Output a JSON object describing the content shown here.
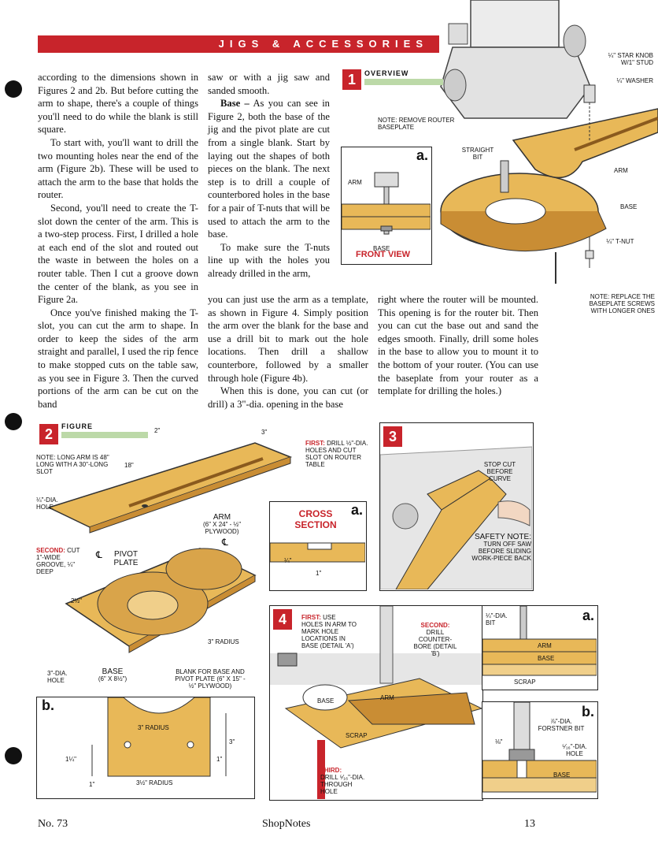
{
  "header": {
    "title": "JIGS & ACCESSORIES"
  },
  "columns": {
    "col1": [
      "according to the dimensions shown in Figures 2 and 2b. But before cutting the arm to shape, there's a couple of things you'll need to do while the blank is still square.",
      "To start with, you'll want to drill the two mounting holes near the end of the arm (Figure 2b). These will be used to attach the arm to the base that holds the router.",
      "Second, you'll need to create the T-slot down the center of the arm. This is a two-step process. First, I drilled a hole at each end of the slot and routed out the waste in between the holes on a router table. Then I cut a groove down the center of the blank, as you see in Figure 2a.",
      "Once you've finished making the T-slot, you can cut the arm to shape. In order to keep the sides of the arm straight and parallel, I used the rip fence to make stopped cuts on the table saw, as you see in Figure 3. Then the curved portions of the arm can be cut on the band"
    ],
    "col2_p1": "saw or with a jig saw and sanded smooth.",
    "col2_base_head": "Base –",
    "col2_base_text": " As you can see in Figure 2, both the base of the jig and the pivot plate are cut from a single blank. Start by laying out the shapes of both pieces on the blank. The next step is to drill a couple of counterbored holes in the base for a pair of T-nuts that will be used to attach the arm to the base.",
    "col2_p3": "To make sure the T-nuts line up with the holes you already drilled in the arm,",
    "wide_p3": "you can just use the arm as a template, as shown in Figure 4. Simply position the arm over the blank for the base and use a drill bit to mark out the hole locations. Then drill a shallow counterbore, followed by a smaller through hole (Figure 4b).",
    "wide_p4": "When this is done, you can cut (or drill) a 3\"-dia. opening in the base",
    "col3": "right where the router will be mounted. This opening is for the router bit. Then you can cut the base out and sand the edges smooth. Finally, drill some holes in the base to allow you to mount it to the bottom of your router. (You can use the baseplate from your router as a template for drilling the holes.)"
  },
  "fig1": {
    "num": "1",
    "title": "OVERVIEW",
    "note_head": "NOTE:",
    "note_text": "REMOVE ROUTER BASEPLATE",
    "straight_bit": "STRAIGHT BIT",
    "star_knob": "¼\" STAR KNOB w/1\" STUD",
    "washer": "¼\" WASHER",
    "arm": "ARM",
    "base": "BASE",
    "tnut": "¼\" T-NUT",
    "note2_head": "NOTE:",
    "note2_text": "REPLACE THE BASEPLATE SCREWS WITH LONGER ONES",
    "a_letter": "a.",
    "a_arm": "ARM",
    "a_base": "BASE",
    "a_front": "FRONT VIEW"
  },
  "fig2": {
    "num": "2",
    "title": "FIGURE",
    "dim_2": "2\"",
    "dim_3": "3\"",
    "dim_18": "18\"",
    "note_head": "NOTE:",
    "note_text": "LONG ARM IS 48\" LONG WITH A 30\"-LONG SLOT",
    "first_head": "FIRST:",
    "first_text": "DRILL ½\"-DIA. HOLES AND CUT SLOT ON ROUTER TABLE",
    "hole_14": "¼\"-DIA. HOLE",
    "arm": "ARM",
    "arm_dims": "(6\" x 24\" - ½\" PLYWOOD)",
    "cl1": "℄",
    "cl2": "℄",
    "second_head": "SECOND:",
    "second_text": "CUT 1\"-WIDE GROOVE, ¼\" DEEP",
    "pivot": "PIVOT PLATE",
    "dim_2half": "2½\"",
    "radius3": "3\" RADIUS",
    "hole_3": "3\"-DIA. HOLE",
    "base": "BASE",
    "base_dims": "(6\" x 8½\")",
    "blank": "BLANK FOR BASE AND PIVOT PLATE (6\" x 15\" - ½\" PLYWOOD)",
    "a_letter": "a.",
    "a_title": "CROSS SECTION",
    "a_14": "¼\"",
    "a_1": "1\"",
    "b_letter": "b.",
    "b_r3": "3\" RADIUS",
    "b_114": "1¼\"",
    "b_1a": "1\"",
    "b_3": "3\"",
    "b_1b": "1\"",
    "b_r312": "3½\" RADIUS"
  },
  "fig3": {
    "num": "3",
    "stop": "STOP CUT BEFORE CURVE",
    "safety_head": "SAFETY NOTE:",
    "safety_text": "TURN OFF SAW BEFORE SLIDING WORK-PIECE BACK"
  },
  "fig4": {
    "num": "4",
    "first_head": "FIRST:",
    "first_text": "USE HOLES IN ARM TO MARK HOLE LOCATIONS IN BASE (detail 'a')",
    "second_head": "SECOND:",
    "second_text": "DRILL COUNTER-BORE (detail 'b')",
    "base": "BASE",
    "arm": "ARM",
    "scrap": "SCRAP",
    "third_head": "THIRD:",
    "third_text": "DRILL ⁵⁄₁₆\"-DIA. THROUGH HOLE",
    "a_letter": "a.",
    "a_bit": "¼\"-DIA. BIT",
    "a_arm": "ARM",
    "a_base": "BASE",
    "a_scrap": "SCRAP",
    "b_letter": "b.",
    "b_forstner": "⅞\"-DIA. FORSTNER BIT",
    "b_18": "⅛\"",
    "b_hole": "⁵⁄₁₆\"-DIA. HOLE",
    "b_base": "BASE"
  },
  "footer": {
    "issue": "No. 73",
    "magazine": "ShopNotes",
    "page": "13"
  },
  "colors": {
    "accent": "#c8242b",
    "wood": "#e8b858",
    "wood_dark": "#c98d34",
    "stripe": "#bcd9a8"
  }
}
